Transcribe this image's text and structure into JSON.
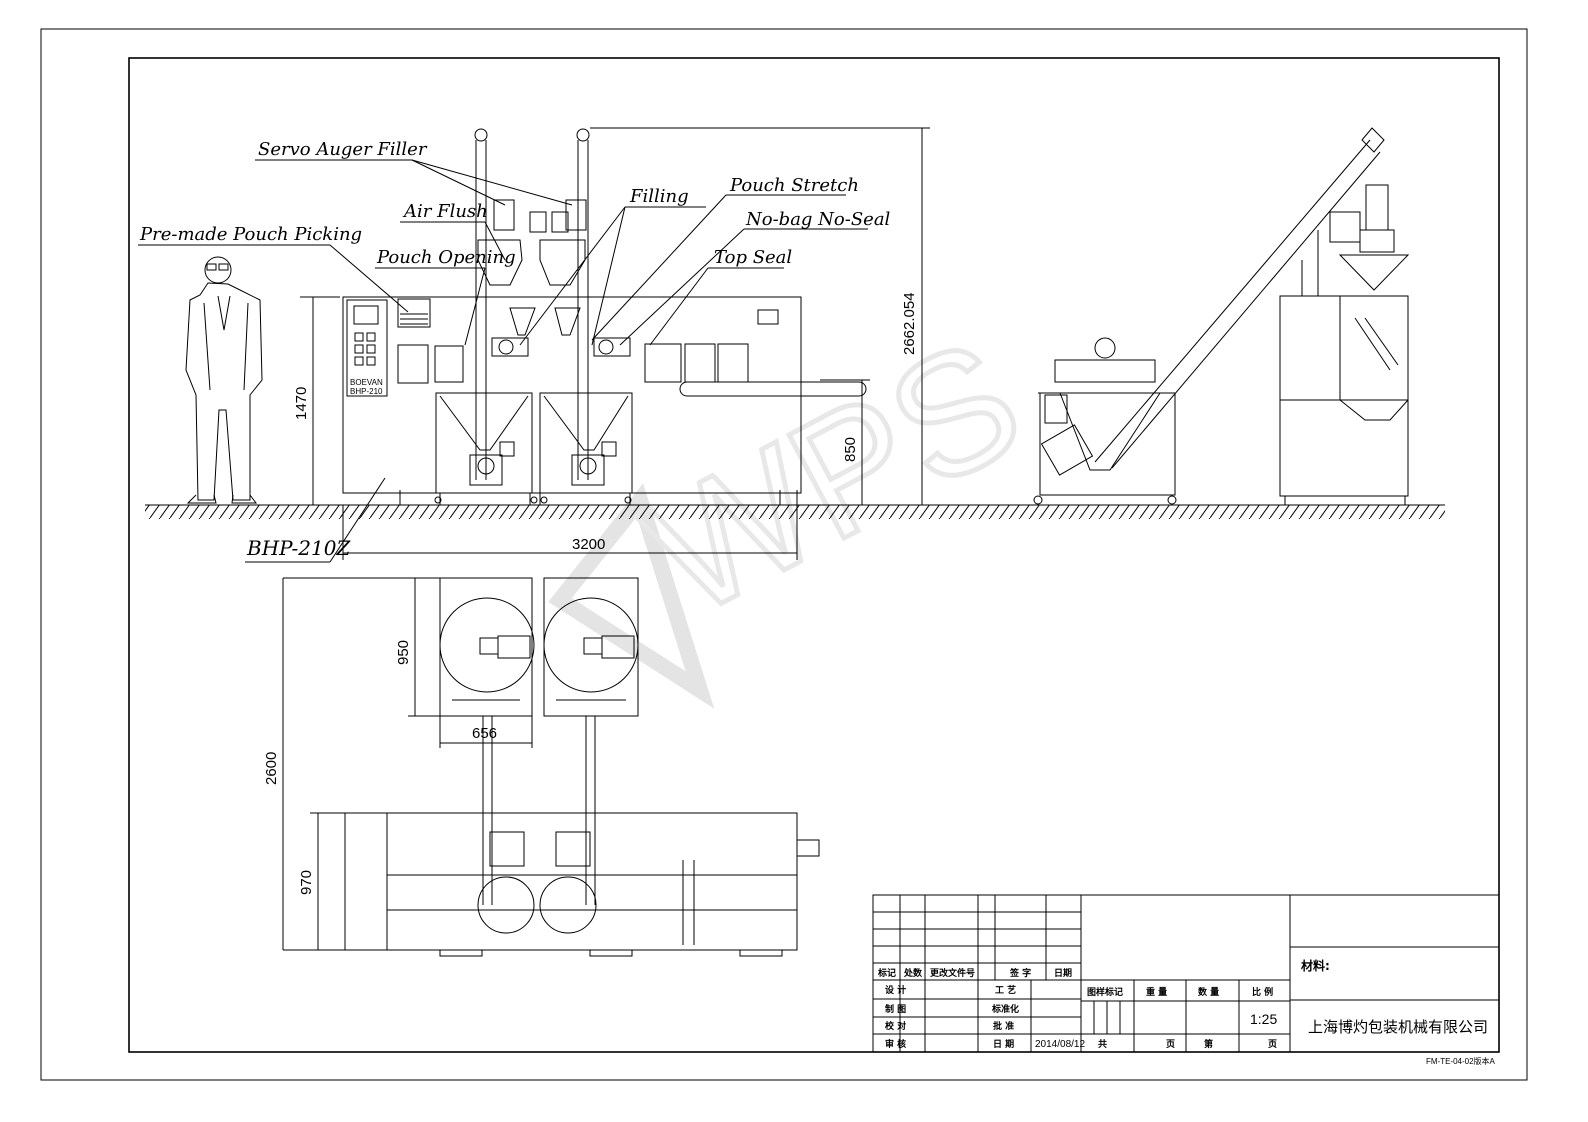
{
  "callouts": {
    "servo_auger_filler": "Servo Auger Filler",
    "air_flush": "Air Flush",
    "filling": "Filling",
    "pouch_stretch": "Pouch Stretch",
    "no_bag_no_seal": "No-bag No-Seal",
    "premade_pouch_picking": "Pre-made Pouch Picking",
    "pouch_opening": "Pouch Opening",
    "top_seal": "Top Seal",
    "model": "BHP-210Z"
  },
  "panel_text": {
    "brand": "BOEVAN",
    "model": "BHP-210"
  },
  "dimensions": {
    "overall_height": "2662.054",
    "machine_height": "1470",
    "conveyor_height": "850",
    "machine_length": "3200",
    "hopper_depth": "950",
    "hopper_width": "656",
    "plan_depth": "2600",
    "base_depth": "970"
  },
  "watermark": "WPS",
  "title_block": {
    "rev_headers": [
      "标记",
      "处数",
      "更改文件号",
      "签 字",
      "日期"
    ],
    "design": "设 计",
    "craft": "工 艺",
    "draw": "制 图",
    "standard": "标准化",
    "check": "校 对",
    "approve": "批 准",
    "audit": "审 核",
    "date_label": "日 期",
    "date": "2014/08/12",
    "stage_mark": "图样标记",
    "weight": "重 量",
    "quantity": "数 量",
    "scale_label": "比 例",
    "scale": "1:25",
    "total": "共",
    "page": "页",
    "sheet": "第",
    "page2": "页",
    "material": "材料:",
    "company": "上海博灼包装机械有限公司",
    "form_no": "FM-TE-04-02版本A"
  }
}
